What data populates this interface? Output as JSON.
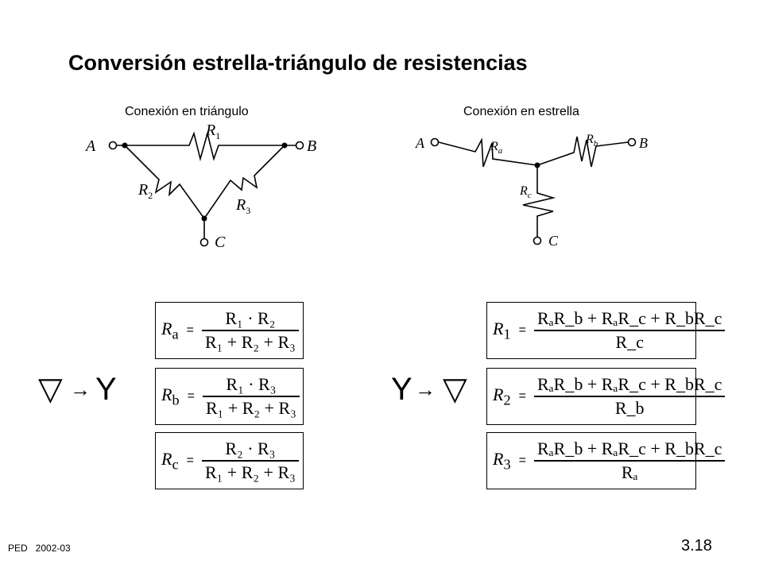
{
  "title": "Conversión estrella-triángulo de resistencias",
  "delta": {
    "caption": "Conexión en triángulo",
    "nodes": {
      "a": "A",
      "b": "B",
      "c": "C"
    },
    "resistors": [
      "R",
      "R",
      "R"
    ],
    "resistor_subs": [
      "1",
      "2",
      "3"
    ]
  },
  "star": {
    "caption": "Conexión en estrella",
    "nodes": {
      "a": "A",
      "b": "B",
      "c": "C"
    },
    "resistors": [
      "R",
      "R",
      "R"
    ],
    "resistor_subs": [
      "a",
      "b",
      "c"
    ]
  },
  "delta_to_star": {
    "equations": [
      {
        "lhs": "R",
        "lhs_sub": "a",
        "num": "R₁ · R₂",
        "den": "R₁ + R₂ + R₃"
      },
      {
        "lhs": "R",
        "lhs_sub": "b",
        "num": "R₁ · R₃",
        "den": "R₁ + R₂ + R₃"
      },
      {
        "lhs": "R",
        "lhs_sub": "c",
        "num": "R₂ · R₃",
        "den": "R₁ + R₂ + R₃"
      }
    ]
  },
  "star_to_delta": {
    "equations": [
      {
        "lhs": "R",
        "lhs_sub": "1",
        "num": "RₐR_b + RₐR_c + R_bR_c",
        "den": "R_c"
      },
      {
        "lhs": "R",
        "lhs_sub": "2",
        "num": "RₐR_b + RₐR_c + R_bR_c",
        "den": "R_b"
      },
      {
        "lhs": "R",
        "lhs_sub": "3",
        "num": "RₐR_b + RₐR_c + R_bR_c",
        "den": "Rₐ"
      }
    ]
  },
  "symbols": {
    "delta": "▽",
    "arrow": "→",
    "star": "Y"
  },
  "footer": {
    "left": "PED   2002-03",
    "page": "3.18"
  }
}
